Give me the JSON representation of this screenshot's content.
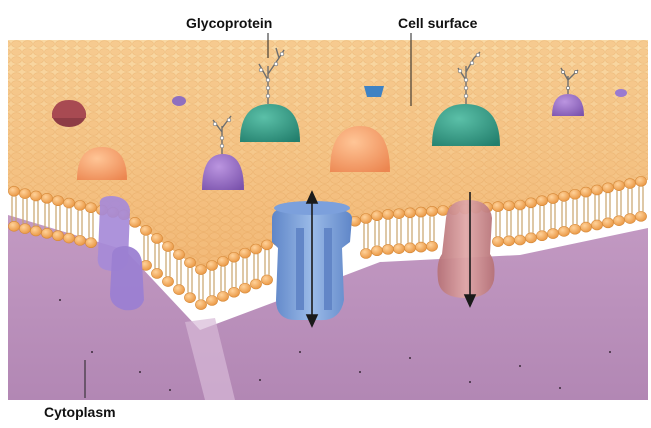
{
  "labels": {
    "glycoprotein": "Glycoprotein",
    "cell_surface": "Cell surface",
    "cytoplasm": "Cytoplasm"
  },
  "colors": {
    "surface_top": "#f7cf95",
    "surface_bottom": "#f3b774",
    "lipid_head": "#f2a64e",
    "lipid_head_edge": "#d98a33",
    "tail": "#c8a56f",
    "cytoplasm": "#b98db8",
    "cytoplasm_light": "#d3afcf",
    "glyco_protein": "#2f9a84",
    "purple_protein": "#9a6ec6",
    "lavender_protein": "#a38ad7",
    "blue_channel": "#6f96d3",
    "mauve_channel": "#c88a8e",
    "orange_dome": "#f59a62",
    "maroon_dome": "#96404a",
    "small_blue": "#3e7fc0",
    "arrow": "#1a1a1a"
  },
  "icons": [
    "double-arrow-icon",
    "down-arrow-icon"
  ]
}
